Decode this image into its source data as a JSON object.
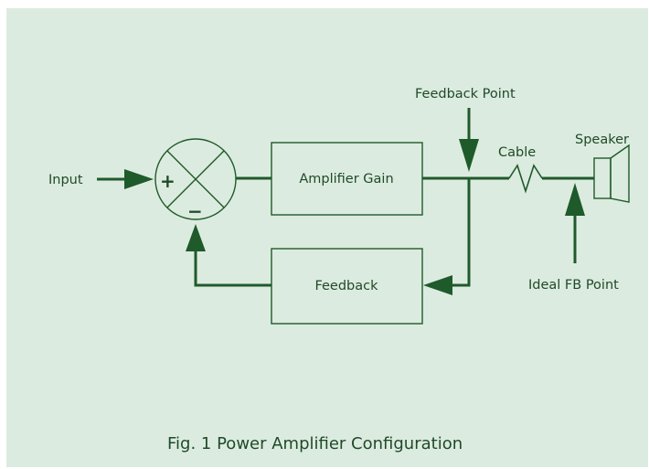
{
  "diagram": {
    "labels": {
      "input": "Input",
      "amplifier_gain": "Amplifier Gain",
      "feedback": "Feedback",
      "feedback_point": "Feedback Point",
      "cable": "Cable",
      "speaker": "Speaker",
      "ideal_fb_point": "Ideal FB Point",
      "plus_sign": "+",
      "minus_sign": "−"
    },
    "caption": "Fig. 1 Power Amplifier Configuration"
  },
  "colors": {
    "background": "#dcebdf",
    "line": "#1f5a2b",
    "text": "#1f4a29"
  }
}
